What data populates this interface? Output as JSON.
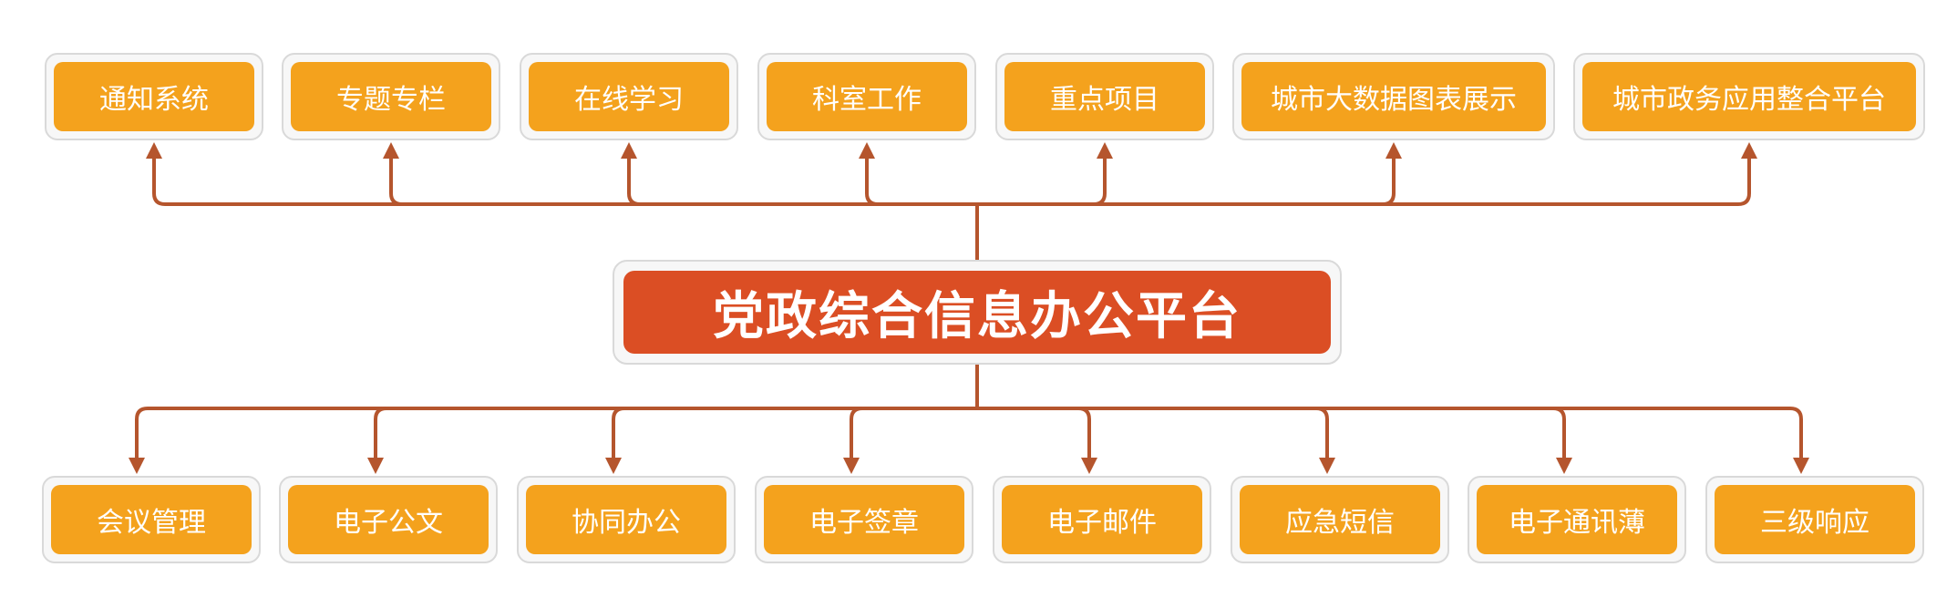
{
  "colors": {
    "node_fill": "#f4a21d",
    "center_fill": "#db4e24",
    "connector": "#b5552d",
    "node_text": "#ffffff"
  },
  "diagram": {
    "center_label": "党政综合信息办公平台",
    "top_nodes": [
      "通知系统",
      "专题专栏",
      "在线学习",
      "科室工作",
      "重点项目",
      "城市大数据图表展示",
      "城市政务应用整合平台"
    ],
    "bottom_nodes": [
      "会议管理",
      "电子公文",
      "协同办公",
      "电子签章",
      "电子邮件",
      "应急短信",
      "电子通讯薄",
      "三级响应"
    ]
  }
}
